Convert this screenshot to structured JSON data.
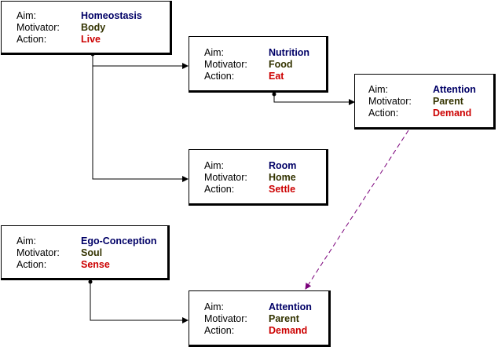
{
  "labels": {
    "aim": "Aim:",
    "motivator": "Motivator:",
    "action": "Action:"
  },
  "colors": {
    "aim": "#000066",
    "motivator": "#333300",
    "action": "#cc0000",
    "dashed_link": "#7a007a"
  },
  "nodes": {
    "homeostasis": {
      "aim": "Homeostasis",
      "motivator": "Body",
      "action": "Live"
    },
    "nutrition": {
      "aim": "Nutrition",
      "motivator": "Food",
      "action": "Eat"
    },
    "attention_top": {
      "aim": "Attention",
      "motivator": "Parent",
      "action": "Demand"
    },
    "room": {
      "aim": "Room",
      "motivator": "Home",
      "action": "Settle"
    },
    "ego": {
      "aim": "Ego-Conception",
      "motivator": "Soul",
      "action": "Sense"
    },
    "attention_bottom": {
      "aim": "Attention",
      "motivator": "Parent",
      "action": "Demand"
    }
  }
}
